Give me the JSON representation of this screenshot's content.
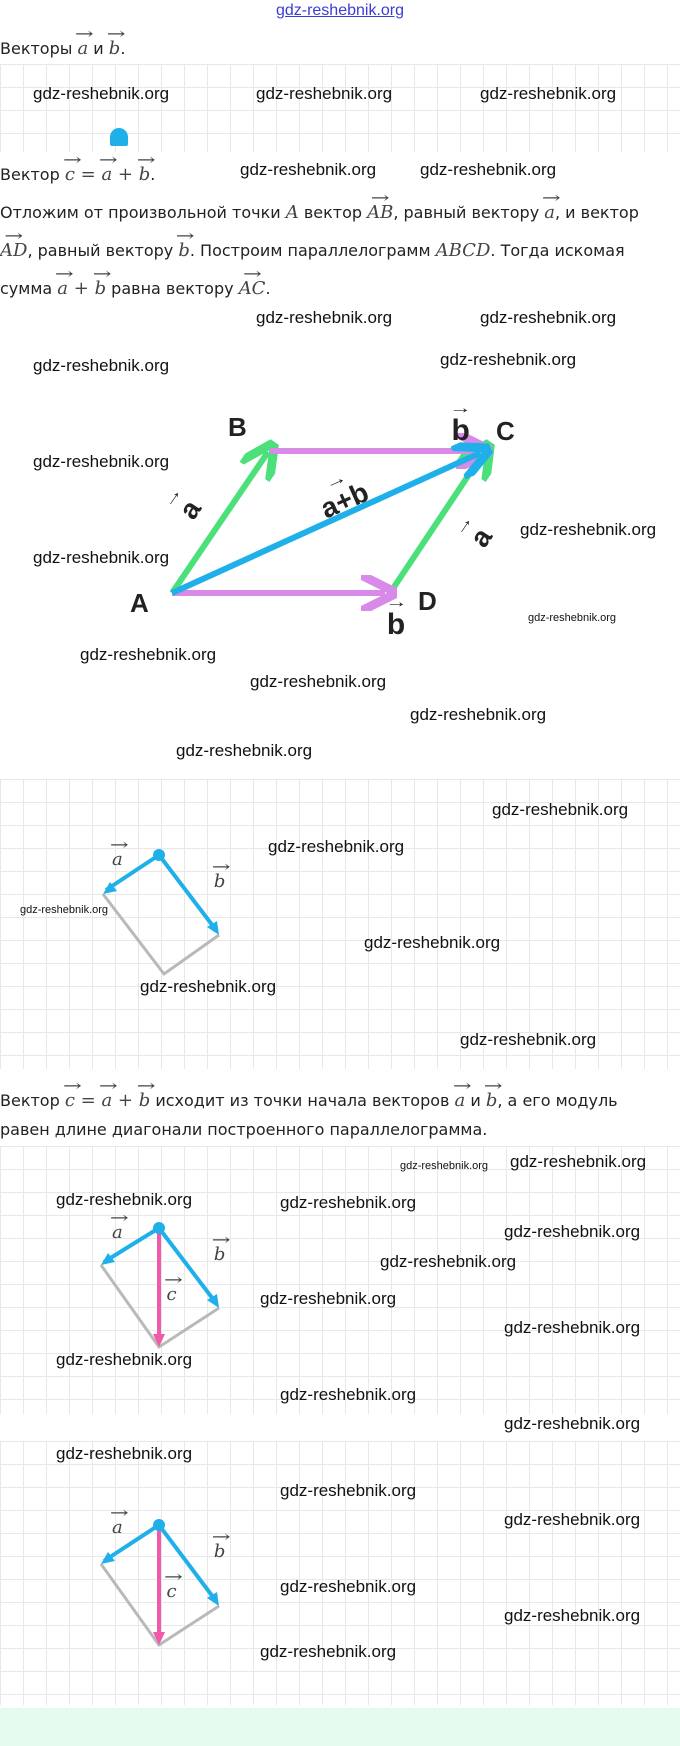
{
  "watermark": "gdz-reshebnik.org",
  "line1": {
    "t1": "Векторы ",
    "a": "a",
    "and": " и ",
    "b": "b",
    "end": "."
  },
  "line2": {
    "t1": "Вектор ",
    "c": "c",
    "eq": " = ",
    "a": "a",
    "plus": " + ",
    "b": "b",
    "end": "."
  },
  "para": {
    "l1": [
      "Отложим от произвольной точки ",
      "A",
      " вектор ",
      "AB",
      ", равный вектору ",
      "a",
      ", и вектор"
    ],
    "l2": [
      "AD",
      ", равный вектору ",
      "b",
      ". Построим параллелограмм ",
      "ABCD",
      ". Тогда искомая"
    ],
    "l3": [
      "сумма ",
      "a",
      " + ",
      "b",
      " равна вектору ",
      "AC",
      "."
    ]
  },
  "diagram": {
    "points": {
      "A": "A",
      "B": "B",
      "C": "C",
      "D": "D"
    },
    "labels": {
      "a": "a",
      "b": "b",
      "sum": "a+b"
    }
  },
  "small": {
    "a": "a",
    "b": "b",
    "c": "c"
  },
  "para2": {
    "l1": [
      "Вектор ",
      "c",
      " = ",
      "a",
      " + ",
      "b",
      " исходит из точки начала векторов ",
      "a",
      " и ",
      "b",
      ", а его модуль"
    ],
    "l2": "равен длине диагонали построенного параллелограмма."
  },
  "colors": {
    "blue": "#1fb0ea",
    "green": "#4be07a",
    "purple": "#d98ae8",
    "pink": "#f05aa8",
    "gray": "#b9b9b9"
  }
}
